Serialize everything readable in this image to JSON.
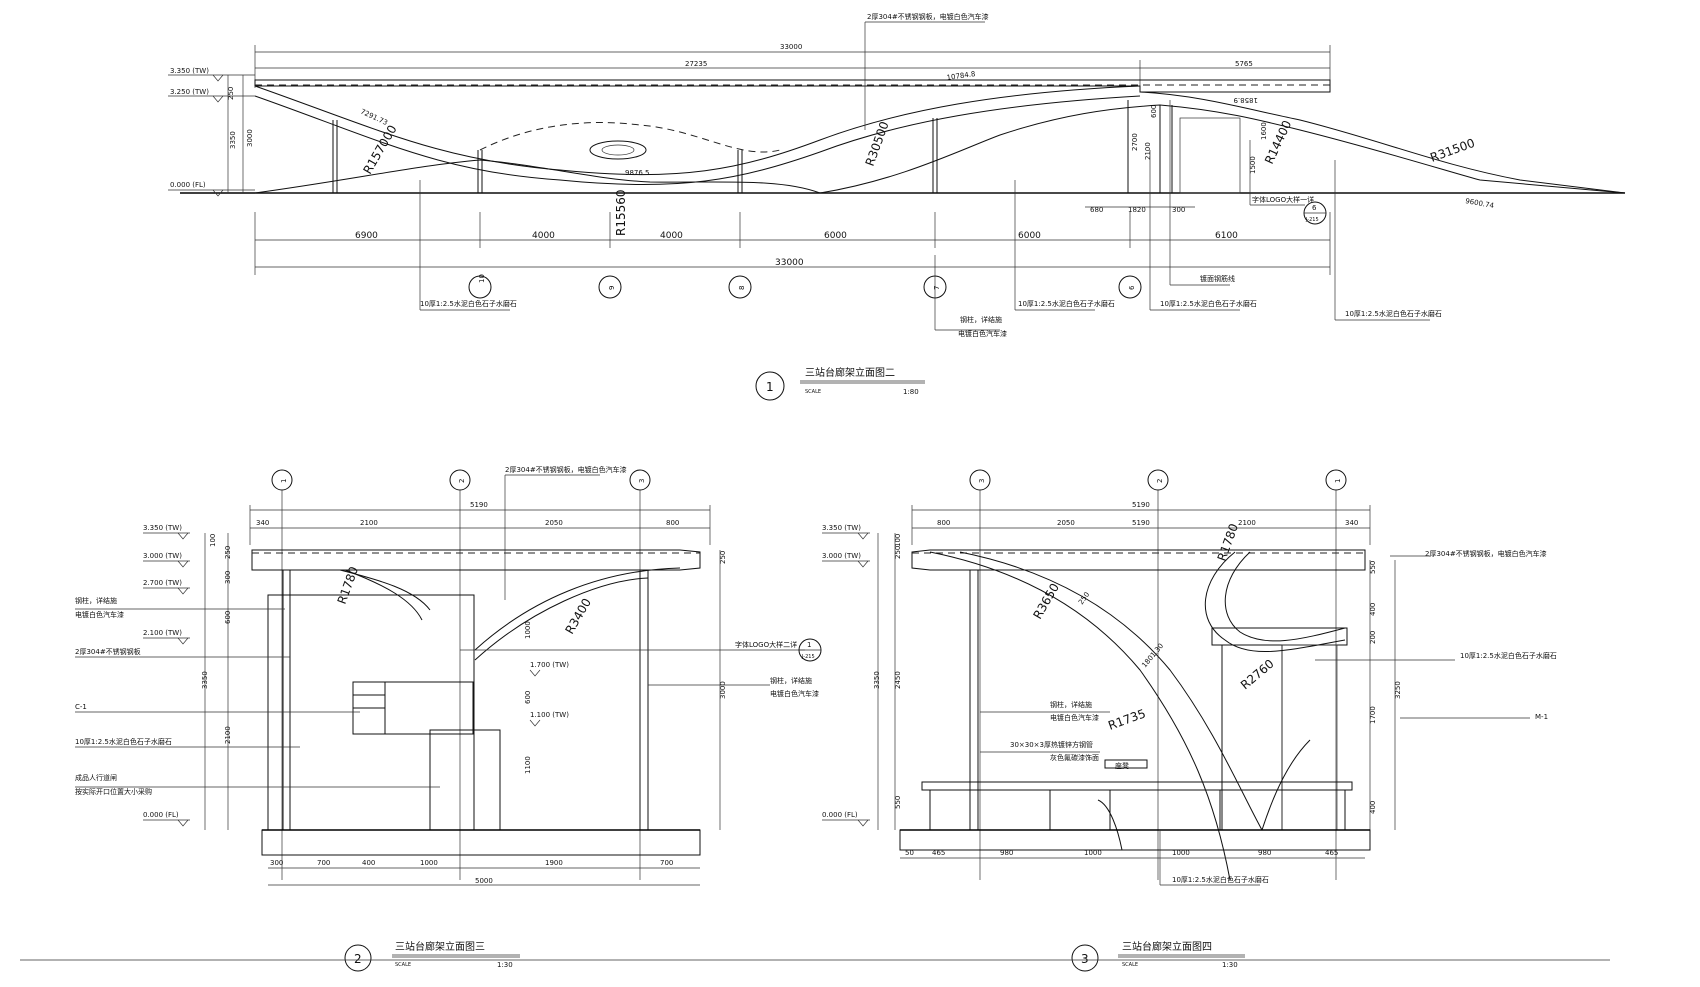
{
  "elev1": {
    "levels": [
      "3.350 (TW)",
      "3.250 (TW)",
      "0.000 (FL)"
    ],
    "level_dims": [
      "250",
      "3000",
      "3350"
    ],
    "top_dims": [
      "33000",
      "27235",
      "5765"
    ],
    "radii": [
      "R157000",
      "R15560",
      "R30500",
      "R14400",
      "R31500"
    ],
    "arcs": [
      "7291.73",
      "9876.5",
      "10784.8",
      "9600.74",
      "1858.9"
    ],
    "bottom_dims": [
      "6900",
      "4000",
      "4000",
      "6000",
      "6000",
      "6100"
    ],
    "total": "33000",
    "small_dims": [
      "680",
      "1820",
      "300"
    ],
    "vert_dims": [
      "600",
      "2700",
      "2100",
      "1600",
      "1500"
    ],
    "axes": [
      "10",
      "9",
      "8",
      "7",
      "6"
    ],
    "callouts": {
      "top": "2厚304#不锈钢钢板，电镀白色汽车漆",
      "terrazzo": "10厚1:2.5水泥白色石子水磨石",
      "steel_col": "钢柱，详结施",
      "steel_col2": "电镀白色汽车漆",
      "chain": "镀面钢筋线",
      "logo": "字体LOGO大样一详",
      "detail_num": "6",
      "detail_sheet": "J-215"
    },
    "title": "三站台廊架立面图二",
    "number": "1",
    "scale_label": "SCALE",
    "scale": "1:80"
  },
  "elev2": {
    "axes": [
      "1",
      "2",
      "3"
    ],
    "levels": [
      "3.350 (TW)",
      "3.000 (TW)",
      "2.700 (TW)",
      "2.100 (TW)",
      "0.000 (FL)",
      "1.700 (TW)",
      "1.100 (TW)"
    ],
    "top_total": "5190",
    "top_dims": [
      "340",
      "2100",
      "2050",
      "800"
    ],
    "left_dims": [
      "100",
      "250",
      "300",
      "600",
      "3350",
      "2100",
      "1000",
      "600",
      "1100"
    ],
    "right_dims": [
      "250",
      "3000"
    ],
    "radii": [
      "R1780",
      "R3400"
    ],
    "bottom_dims": [
      "300",
      "700",
      "400",
      "1000",
      "1900",
      "700"
    ],
    "bottom_total": "5000",
    "callouts": {
      "top": "2厚304#不锈钢钢板，电镀白色汽车漆",
      "col": "钢柱，详结施",
      "col2": "电镀白色汽车漆",
      "plate": "2厚304#不锈钢钢板",
      "c1": "C-1",
      "terrazzo": "10厚1:2.5水泥白色石子水磨石",
      "fence": "成品人行道闸",
      "fence2": "按实际开口位置大小采购",
      "logo": "字体LOGO大样二详",
      "detail_num": "1",
      "detail_sheet": "J-215",
      "col_r": "钢柱，详结施",
      "col_r2": "电镀白色汽车漆"
    },
    "title": "三站台廊架立面图三",
    "number": "2",
    "scale_label": "SCALE",
    "scale": "1:30"
  },
  "elev3": {
    "axes": [
      "3",
      "2",
      "1"
    ],
    "levels": [
      "3.350 (TW)",
      "3.000 (TW)",
      "0.000 (FL)"
    ],
    "top_total": "5190",
    "top_dims": [
      "800",
      "2050",
      "5190",
      "2100",
      "340"
    ],
    "left_dims": [
      "100",
      "250",
      "3350",
      "2450",
      "550"
    ],
    "right_dims": [
      "550",
      "400",
      "200",
      "1700",
      "400",
      "3250"
    ],
    "radii": [
      "R3650",
      "R1780",
      "R2760",
      "R1735",
      "250"
    ],
    "bottom_dims": [
      "50",
      "465",
      "980",
      "1000",
      "1000",
      "980",
      "465"
    ],
    "callouts": {
      "top": "2厚304#不锈钢钢板，电镀白色汽车漆",
      "terrazzo": "10厚1:2.5水泥白色石子水磨石",
      "m1": "M-1",
      "col": "钢柱，详结施",
      "col2": "电镀白色汽车漆",
      "pipe": "30×30×3厚热镀锌方钢管",
      "pipe2": "灰色氟碳漆饰面",
      "seat": "座凳",
      "terrazzo2": "10厚1:2.5水泥白色石子水磨石",
      "dim": "1801.30"
    },
    "title": "三站台廊架立面图四",
    "number": "3",
    "scale_label": "SCALE",
    "scale": "1:30"
  }
}
